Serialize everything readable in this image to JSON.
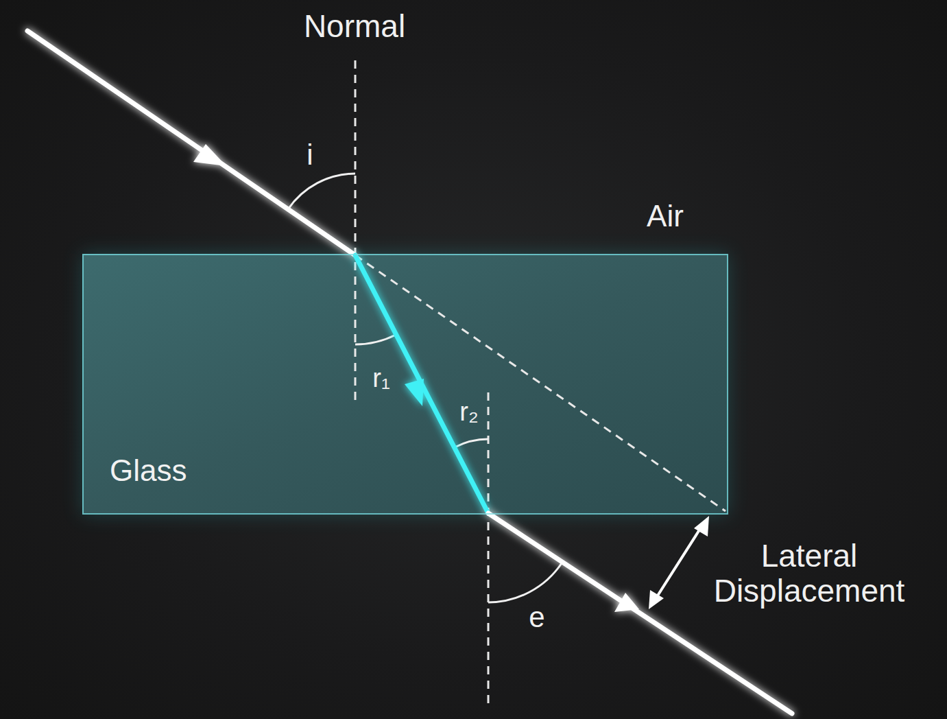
{
  "diagram": {
    "nodes": [
      {
        "text": [
          "Glass"
        ]
      }
    ],
    "labels": [
      "Normal",
      "i",
      "Air",
      "r₁",
      "r₂",
      "e",
      "Lateral Displacement"
    ]
  }
}
